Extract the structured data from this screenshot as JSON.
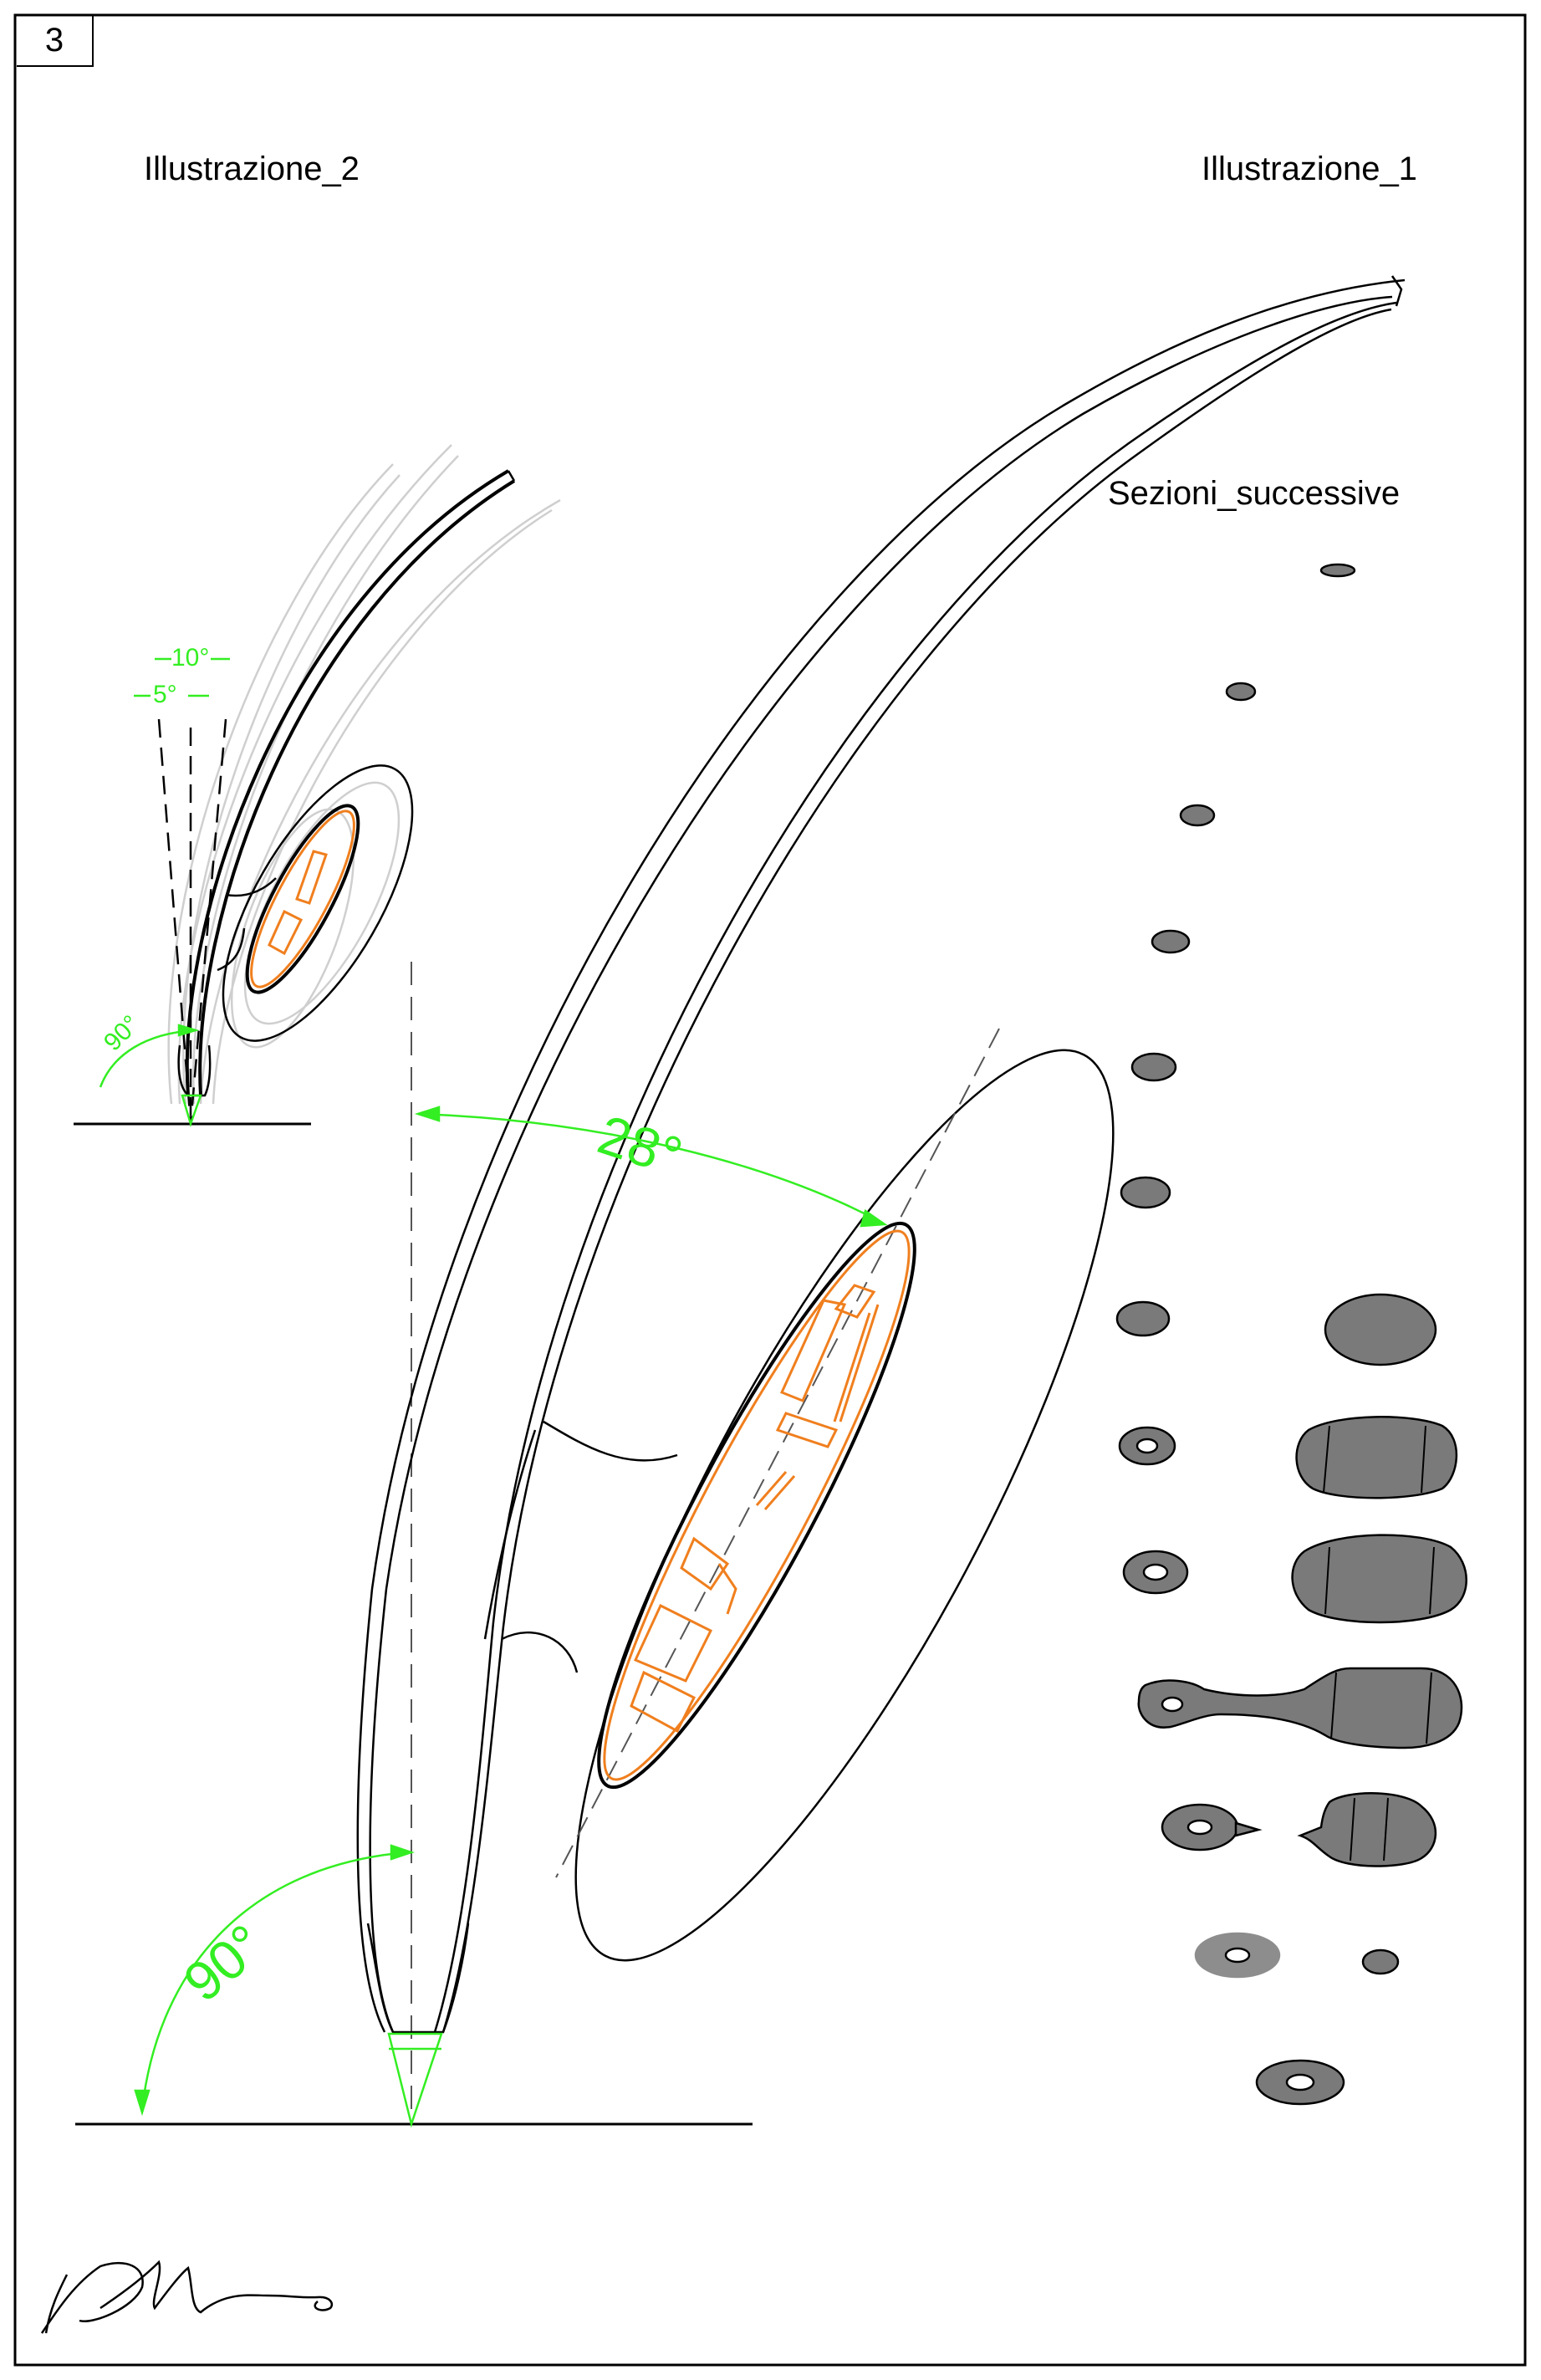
{
  "sheet": {
    "page_number": "3",
    "title_left": "Illustrazione_2",
    "title_right": "Illustrazione_1",
    "sections_title": "Sezioni_successive"
  },
  "annotations": {
    "angle_10": "10°",
    "angle_5": "5°",
    "angle_90_small": "90°",
    "angle_28": "28°",
    "angle_90_large": "90°"
  },
  "colors": {
    "outline": "#000000",
    "angle_green": "#33ee22",
    "detail_orange": "#f07f1e",
    "section_fill": "#7a7a7a",
    "ghost_gray": "#cfcfcf"
  }
}
